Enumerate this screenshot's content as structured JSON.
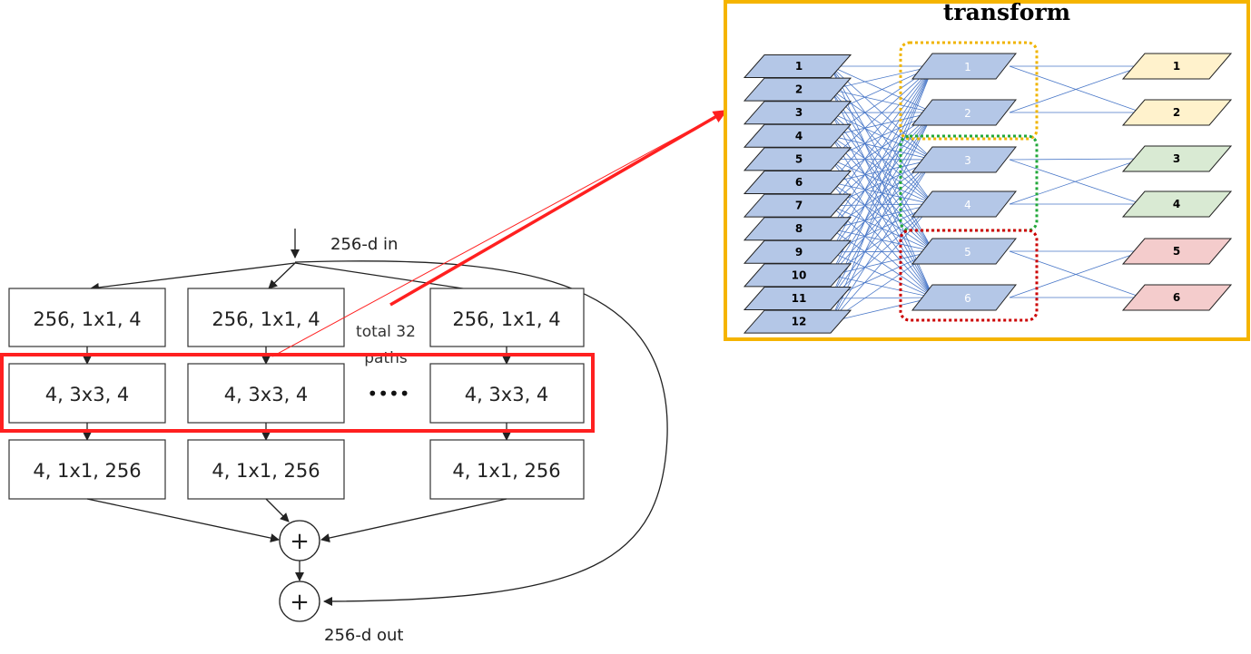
{
  "block": {
    "input_label": "256-d in",
    "output_label": "256-d out",
    "paths_label_line1": "total 32",
    "paths_label_line2": "paths",
    "ellipsis": "••••",
    "plus": "+",
    "rows": [
      [
        "256, 1x1, 4",
        "256, 1x1, 4",
        "256, 1x1, 4"
      ],
      [
        "4, 3x3, 4",
        "4, 3x3, 4",
        "4, 3x3, 4"
      ],
      [
        "4, 1x1, 256",
        "4, 1x1, 256",
        "4, 1x1, 256"
      ]
    ]
  },
  "transform": {
    "title": "transform",
    "inputs": [
      "1",
      "2",
      "3",
      "4",
      "5",
      "6",
      "7",
      "8",
      "9",
      "10",
      "11",
      "12"
    ],
    "middle": [
      "1",
      "2",
      "3",
      "4",
      "5",
      "6"
    ],
    "outputs": [
      "1",
      "2",
      "3",
      "4",
      "5",
      "6"
    ],
    "colors": {
      "frame": "#f5b400",
      "input_fill": "#b4c7e7",
      "middle_fill": "#b4c7e7",
      "connection": "#4a78c8",
      "output_fills": [
        "#fff2cc",
        "#fff2cc",
        "#d9ead3",
        "#d9ead3",
        "#f4cccc",
        "#f4cccc"
      ],
      "group_outlines": [
        "#f0b400",
        "#22a83a",
        "#cc0000"
      ],
      "highlight": "#ff2020"
    }
  }
}
